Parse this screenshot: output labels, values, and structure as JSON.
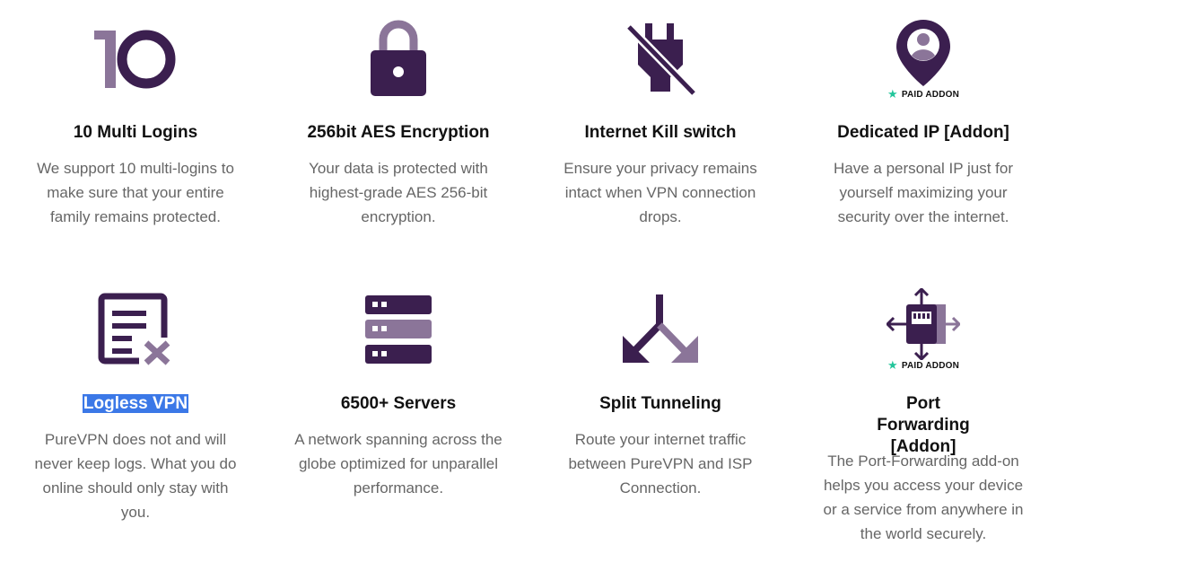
{
  "colors": {
    "dark": "#3b1f4f",
    "light": "#8b7599",
    "star": "#22c59a",
    "selection": "#3b78e7"
  },
  "features": [
    {
      "icon": "ten-multi-logins-icon",
      "icon_text": "10",
      "title": "10 Multi Logins",
      "desc": "We support 10 multi-logins to make sure that your entire family remains protected."
    },
    {
      "icon": "lock-icon",
      "title": "256bit AES Encryption",
      "desc": "Your data is protected with highest-grade AES 256-bit encryption."
    },
    {
      "icon": "plug-crossed-icon",
      "title": "Internet Kill switch",
      "desc": "Ensure your privacy remains intact when VPN connection drops."
    },
    {
      "icon": "location-user-icon",
      "title": "Dedicated IP [Addon]",
      "badge": "PAID ADDON",
      "desc": "Have a personal IP just for yourself maximizing your security over the internet."
    },
    {
      "icon": "document-x-icon",
      "title": "Logless VPN",
      "desc": "PureVPN does not and will never keep logs. What you do online should only stay with you."
    },
    {
      "icon": "server-stack-icon",
      "title": "6500+ Servers",
      "desc": "A network spanning across the globe optimized for unparallel performance."
    },
    {
      "icon": "split-arrows-icon",
      "title": "Split Tunneling",
      "desc": "Route your internet traffic between PureVPN and ISP Connection."
    },
    {
      "icon": "port-forward-icon",
      "title": "Port Forwarding [Addon]",
      "badge": "PAID ADDON",
      "desc": "The Port-Forwarding add-on helps you access your device or a service from anywhere in the world securely."
    }
  ]
}
